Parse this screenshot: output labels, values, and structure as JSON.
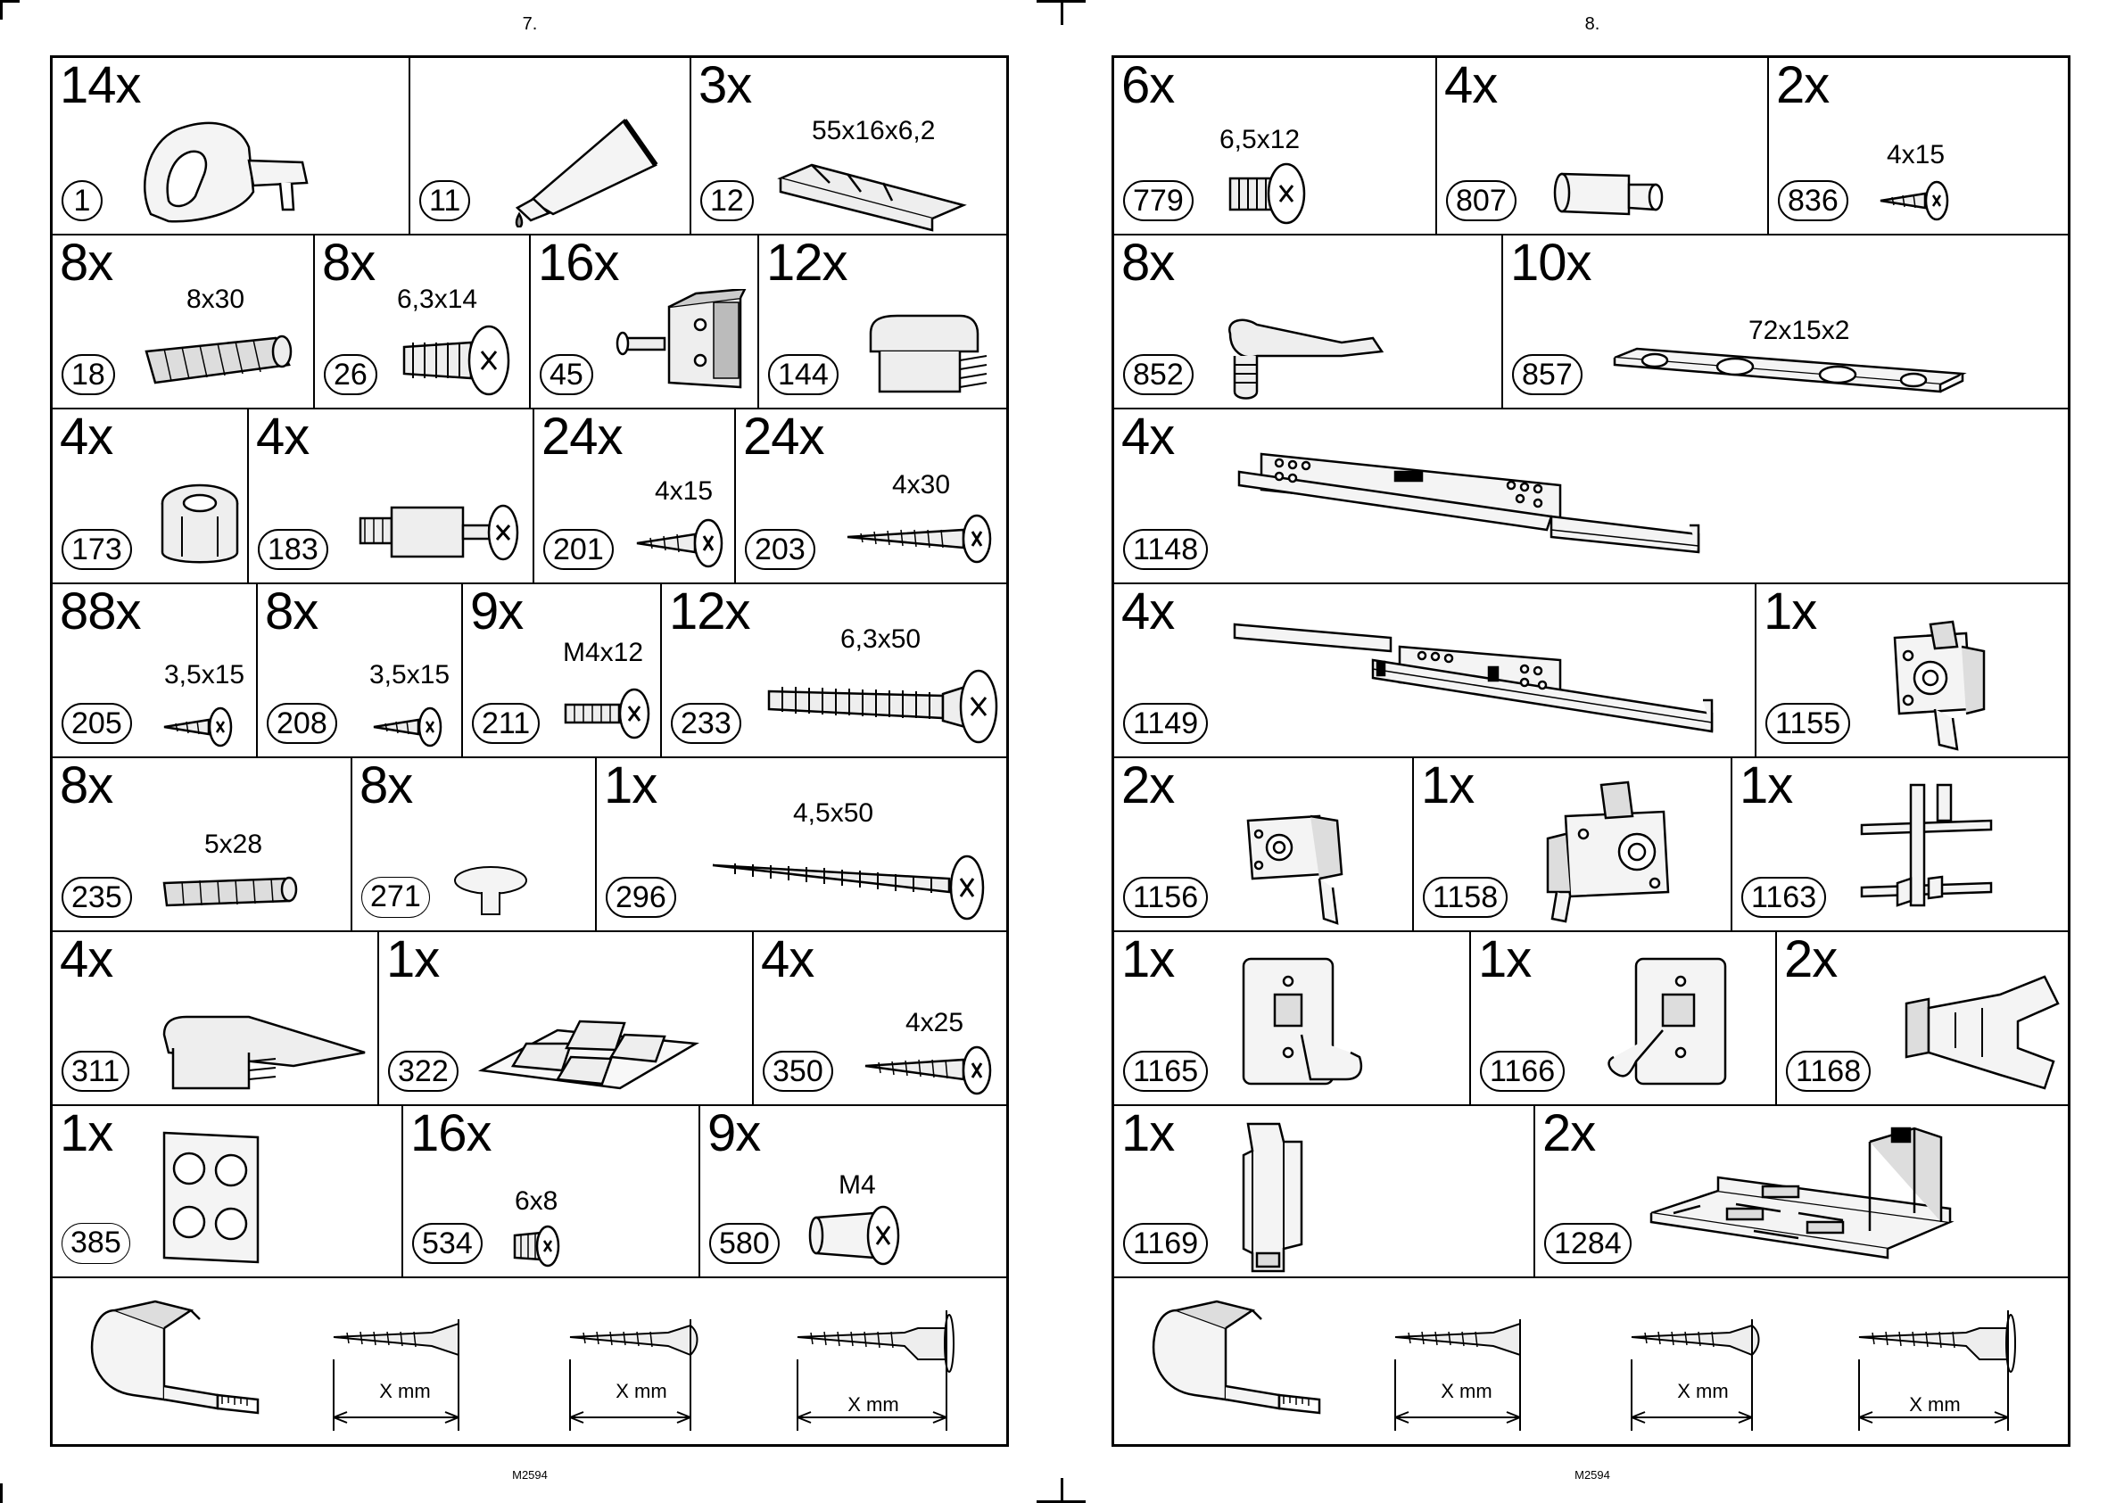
{
  "left_page": {
    "page_number": "7.",
    "footer_code": "M2594",
    "rows": [
      [
        {
          "qty": "14x",
          "num": "1",
          "dim": ""
        },
        {
          "qty": "",
          "num": "11",
          "dim": ""
        },
        {
          "qty": "3x",
          "num": "12",
          "dim": "55x16x6,2"
        }
      ],
      [
        {
          "qty": "8x",
          "num": "18",
          "dim": "8x30"
        },
        {
          "qty": "8x",
          "num": "26",
          "dim": "6,3x14"
        },
        {
          "qty": "16x",
          "num": "45",
          "dim": ""
        },
        {
          "qty": "12x",
          "num": "144",
          "dim": ""
        }
      ],
      [
        {
          "qty": "4x",
          "num": "173",
          "dim": ""
        },
        {
          "qty": "4x",
          "num": "183",
          "dim": ""
        },
        {
          "qty": "24x",
          "num": "201",
          "dim": "4x15"
        },
        {
          "qty": "24x",
          "num": "203",
          "dim": "4x30"
        }
      ],
      [
        {
          "qty": "88x",
          "num": "205",
          "dim": "3,5x15"
        },
        {
          "qty": "8x",
          "num": "208",
          "dim": "3,5x15"
        },
        {
          "qty": "9x",
          "num": "211",
          "dim": "M4x12"
        },
        {
          "qty": "12x",
          "num": "233",
          "dim": "6,3x50"
        }
      ],
      [
        {
          "qty": "8x",
          "num": "235",
          "dim": "5x28"
        },
        {
          "qty": "8x",
          "num": "271",
          "dim": ""
        },
        {
          "qty": "1x",
          "num": "296",
          "dim": "4,5x50"
        }
      ],
      [
        {
          "qty": "4x",
          "num": "311",
          "dim": ""
        },
        {
          "qty": "1x",
          "num": "322",
          "dim": ""
        },
        {
          "qty": "4x",
          "num": "350",
          "dim": "4x25"
        }
      ],
      [
        {
          "qty": "1x",
          "num": "385",
          "dim": ""
        },
        {
          "qty": "16x",
          "num": "534",
          "dim": "6x8"
        },
        {
          "qty": "9x",
          "num": "580",
          "dim": "M4"
        }
      ]
    ],
    "measure_labels": [
      "X mm",
      "X mm",
      "X mm"
    ]
  },
  "right_page": {
    "page_number": "8.",
    "footer_code": "M2594",
    "rows": [
      [
        {
          "qty": "6x",
          "num": "779",
          "dim": "6,5x12"
        },
        {
          "qty": "4x",
          "num": "807",
          "dim": ""
        },
        {
          "qty": "2x",
          "num": "836",
          "dim": "4x15"
        }
      ],
      [
        {
          "qty": "8x",
          "num": "852",
          "dim": ""
        },
        {
          "qty": "10x",
          "num": "857",
          "dim": "72x15x2"
        }
      ],
      [
        {
          "qty": "4x",
          "num": "1148",
          "dim": ""
        }
      ],
      [
        {
          "qty": "4x",
          "num": "1149",
          "dim": ""
        },
        {
          "qty": "1x",
          "num": "1155",
          "dim": ""
        }
      ],
      [
        {
          "qty": "2x",
          "num": "1156",
          "dim": ""
        },
        {
          "qty": "1x",
          "num": "1158",
          "dim": ""
        },
        {
          "qty": "1x",
          "num": "1163",
          "dim": ""
        }
      ],
      [
        {
          "qty": "1x",
          "num": "1165",
          "dim": ""
        },
        {
          "qty": "1x",
          "num": "1166",
          "dim": ""
        },
        {
          "qty": "2x",
          "num": "1168",
          "dim": ""
        }
      ],
      [
        {
          "qty": "1x",
          "num": "1169",
          "dim": ""
        },
        {
          "qty": "2x",
          "num": "1284",
          "dim": ""
        }
      ]
    ],
    "measure_labels": [
      "X mm",
      "X mm",
      "X mm"
    ]
  },
  "icons": {
    "hardware": [
      "cam-lock-icon",
      "glue-tube-icon",
      "shim-wedges-icon",
      "dowel-icon",
      "screw-icon",
      "connector-bracket-icon",
      "end-cap-icon",
      "cam-fitting-icon",
      "bolt-icon",
      "cap-icon",
      "felt-pads-icon",
      "bumper-sheet-icon",
      "barrel-nut-icon",
      "spacer-icon",
      "drawer-slide-icon",
      "hinge-clip-icon",
      "bracket-icon",
      "plastic-rail-icon"
    ],
    "measurement": [
      "measuring-tape-icon",
      "countersunk-screw-icon",
      "raised-head-screw-icon",
      "pan-head-screw-icon"
    ]
  }
}
